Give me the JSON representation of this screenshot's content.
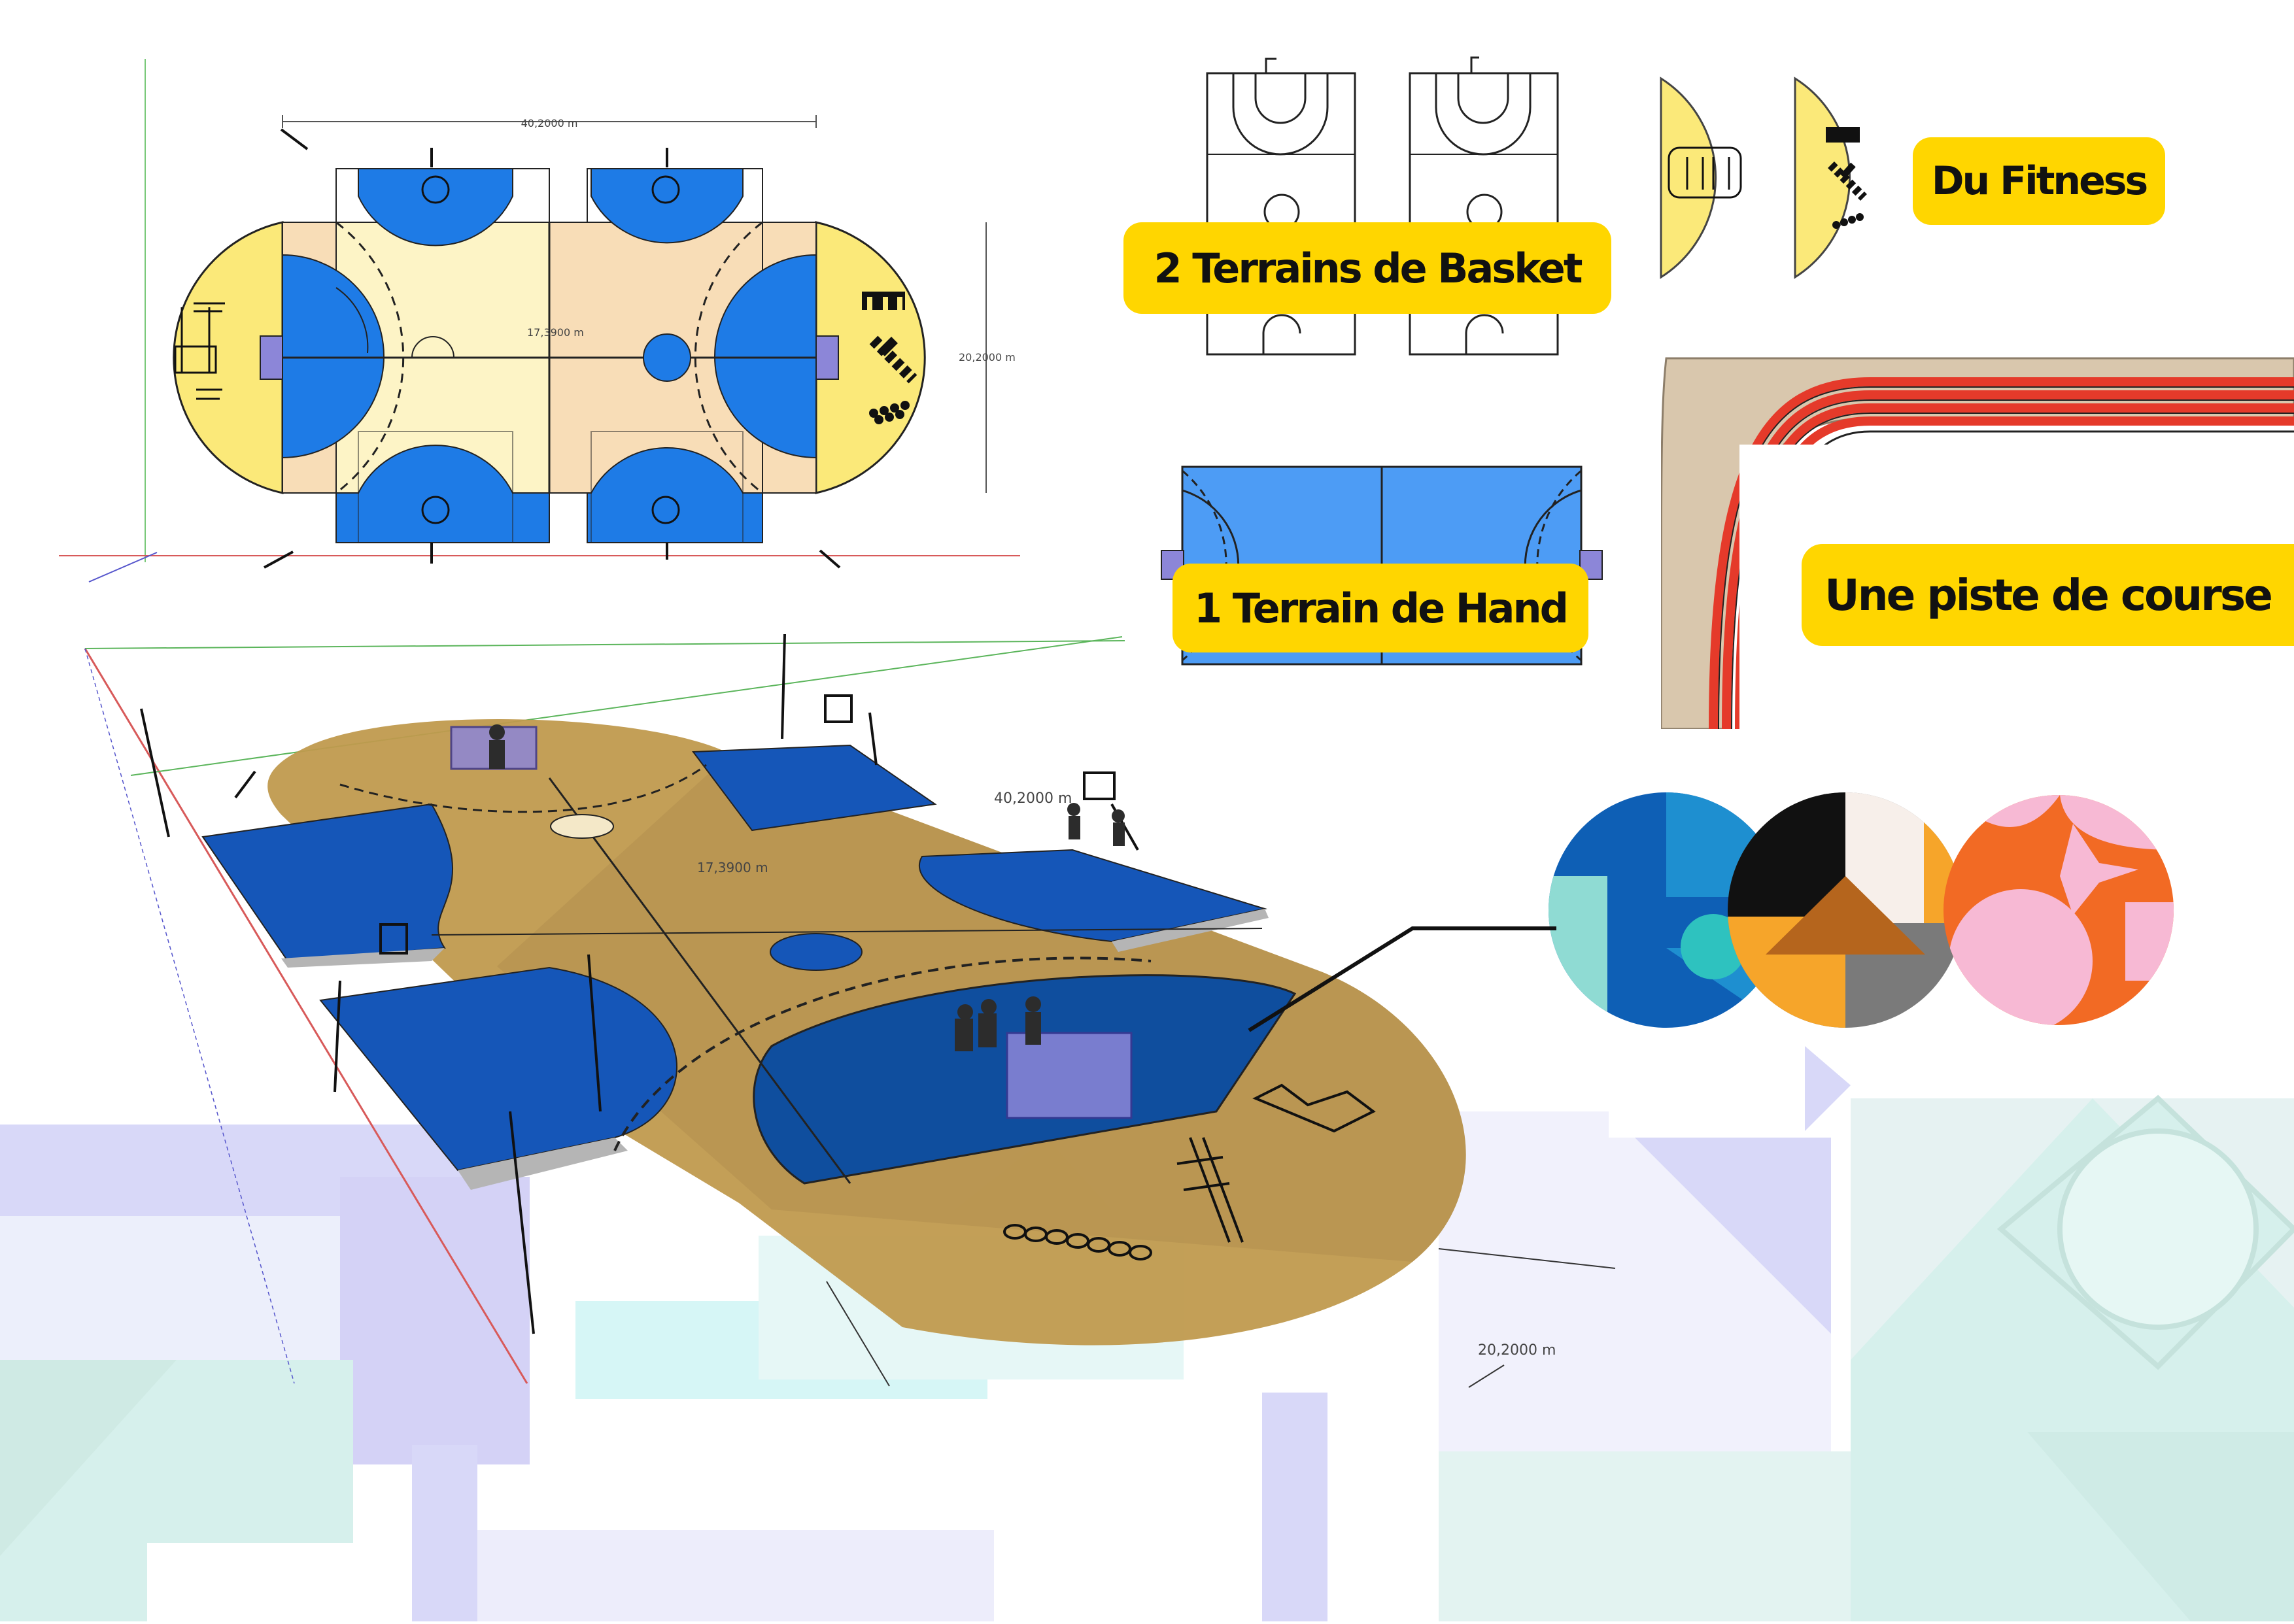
{
  "labels": {
    "basket": "2 Terrains de Basket",
    "fitness": "Du Fitness",
    "hand": "1 Terrain de Hand",
    "piste": "Une piste de course"
  },
  "plan_dimensions": {
    "length": "40,2000 m",
    "width": "20,2000 m",
    "center": "17,3900 m"
  },
  "perspective_dimensions": {
    "length": "40,2000 m",
    "center": "17,3900 m",
    "width": "20,2000 m"
  },
  "colors": {
    "court_blue": "#1E7BE6",
    "court_dark_blue": "#0B5CB8",
    "court_light_yellow": "#FDF4C6",
    "court_peach": "#F8DDB7",
    "fitness_yellow": "#FBE979",
    "pill_yellow": "#FFD600",
    "hand_blue": "#4D9CF5",
    "track_red": "#E53A2A",
    "track_beige": "#D9C7AD",
    "perspective_tan": "#C09A4E",
    "perspective_court_blue": "#1556B8",
    "bg_lavender": "#D8D8F8",
    "bg_mint": "#D6F0EC"
  },
  "pattern_circles": [
    {
      "name": "blue-pattern-circle",
      "colors": [
        "#0E5FB5",
        "#1E8FD0",
        "#8FDBD3",
        "#2EC2BF"
      ]
    },
    {
      "name": "black-orange-pattern-circle",
      "colors": [
        "#111111",
        "#F7EFEA",
        "#B5651D",
        "#F6A52A",
        "#7A7A7A"
      ]
    },
    {
      "name": "orange-pink-pattern-circle",
      "colors": [
        "#F26A24",
        "#F7B9D4",
        "#FBD3E3"
      ]
    }
  ]
}
